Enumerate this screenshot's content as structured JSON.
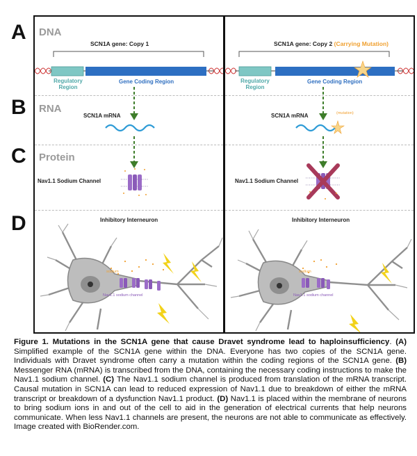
{
  "panel_letters": {
    "a": "A",
    "b": "B",
    "c": "C",
    "d": "D"
  },
  "rows": {
    "dna": "DNA",
    "rna": "RNA",
    "protein": "Protein"
  },
  "left": {
    "gene_title": "SCN1A gene: Copy 1",
    "regulatory": "Regulatory Region",
    "coding": "Gene Coding Region",
    "mrna": "SCN1A mRNA",
    "channel": "Nav1.1 Sodium Channel",
    "neuron_title": "Inhibitory Interneuron",
    "sodium": "sodium",
    "channel_small": "Nav1.1 sodium channel"
  },
  "right": {
    "gene_title": "SCN1A gene: Copy 2",
    "gene_title_mut": "(Carrying Mutation)",
    "regulatory": "Regulatory Region",
    "coding": "Gene Coding Region",
    "mrna": "SCN1A mRNA",
    "mutation_tag": "(mutation)",
    "channel": "Nav1.1 Sodium Channel",
    "neuron_title": "Inhibitory Interneuron",
    "sodium": "sodium",
    "channel_small": "Nav1.1 sodium channel"
  },
  "caption": {
    "fig_title": "Figure 1. Mutations in the SCN1A gene that cause Dravet syndrome lead to haploinsufficiency",
    "p1_tag": "(A)",
    "p1": " Simplified example of the SCN1A gene within the DNA. Everyone has two copies of the SCN1A gene. Individuals with Dravet syndrome often carry a mutation within the coding regions of the SCN1A gene. ",
    "p2_tag": "(B)",
    "p2": " Messenger RNA (mRNA) is transcribed from the DNA, containing the necessary coding instructions to make the Nav1.1 sodium channel. ",
    "p3_tag": "(C)",
    "p3": " The Nav1.1 sodium channel is produced from translation of the mRNA transcript. Causal mutation in SCN1A can lead to reduced expression of Nav1.1 due to breakdown of either the mRNA transcript or breakdown of a dysfunction Nav1.1 product. ",
    "p4_tag": "(D)",
    "p4": " Nav1.1 is placed within the membrane of neurons to bring sodium ions in and out of the cell to aid in the generation of electrical currents that help neurons communicate. When less Nav1.1 channels are present, the neurons are not able to communicate as effectively. Image created with BioRender.com."
  },
  "colors": {
    "teal": "#7fc7c4",
    "blue": "#2d6fc2",
    "green": "#3e7d2a",
    "wave": "#2e9bd6",
    "purple": "#9b6cc7",
    "cross": "#a83a5a",
    "bolt": "#f2d21a",
    "orange": "#f0a030"
  }
}
